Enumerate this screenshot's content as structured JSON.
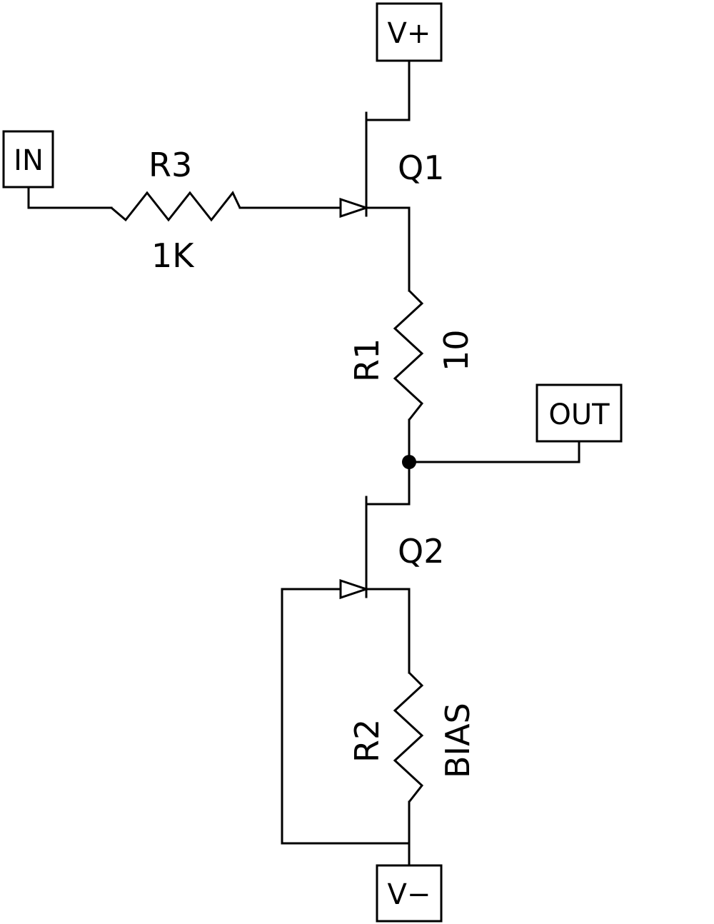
{
  "ports": {
    "vplus": "V+",
    "vminus": "V−",
    "input": "IN",
    "output": "OUT"
  },
  "components": {
    "q1": {
      "ref": "Q1"
    },
    "q2": {
      "ref": "Q2"
    },
    "r1": {
      "ref": "R1",
      "value": "10"
    },
    "r2": {
      "ref": "R2",
      "value": "BIAS"
    },
    "r3": {
      "ref": "R3",
      "value": "1K"
    }
  }
}
